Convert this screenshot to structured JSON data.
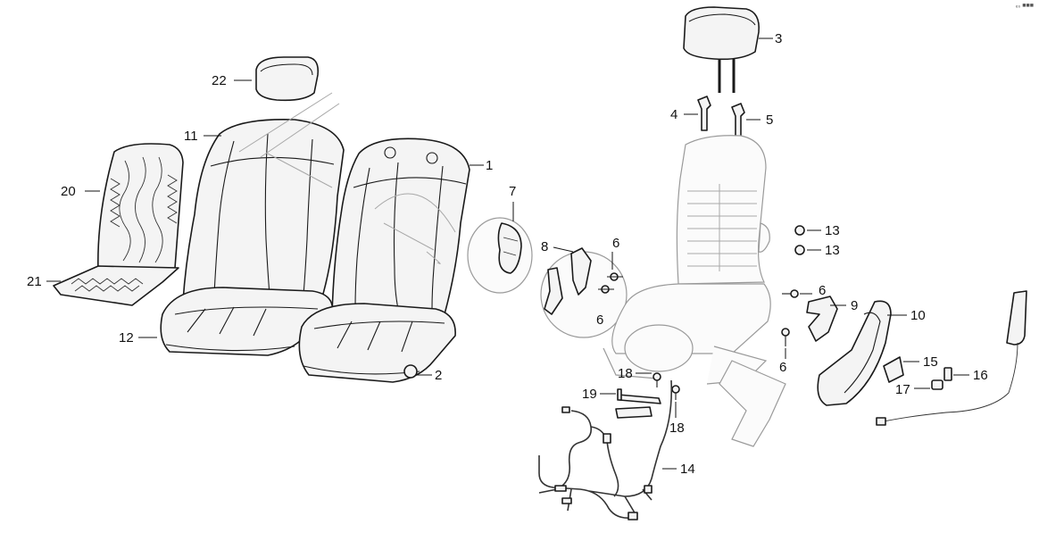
{
  "corner_mark": "ₑ₀ ■■■",
  "callouts": {
    "c1": "1",
    "c2": "2",
    "c3": "3",
    "c4": "4",
    "c5": "5",
    "c6a": "6",
    "c6b": "6",
    "c6c": "6",
    "c6d": "6",
    "c7": "7",
    "c8": "8",
    "c9": "9",
    "c10": "10",
    "c11": "11",
    "c12": "12",
    "c13a": "13",
    "c13b": "13",
    "c14": "14",
    "c15": "15",
    "c16": "16",
    "c17": "17",
    "c18a": "18",
    "c18b": "18",
    "c19": "19",
    "c20": "20",
    "c21": "21",
    "c22": "22"
  }
}
